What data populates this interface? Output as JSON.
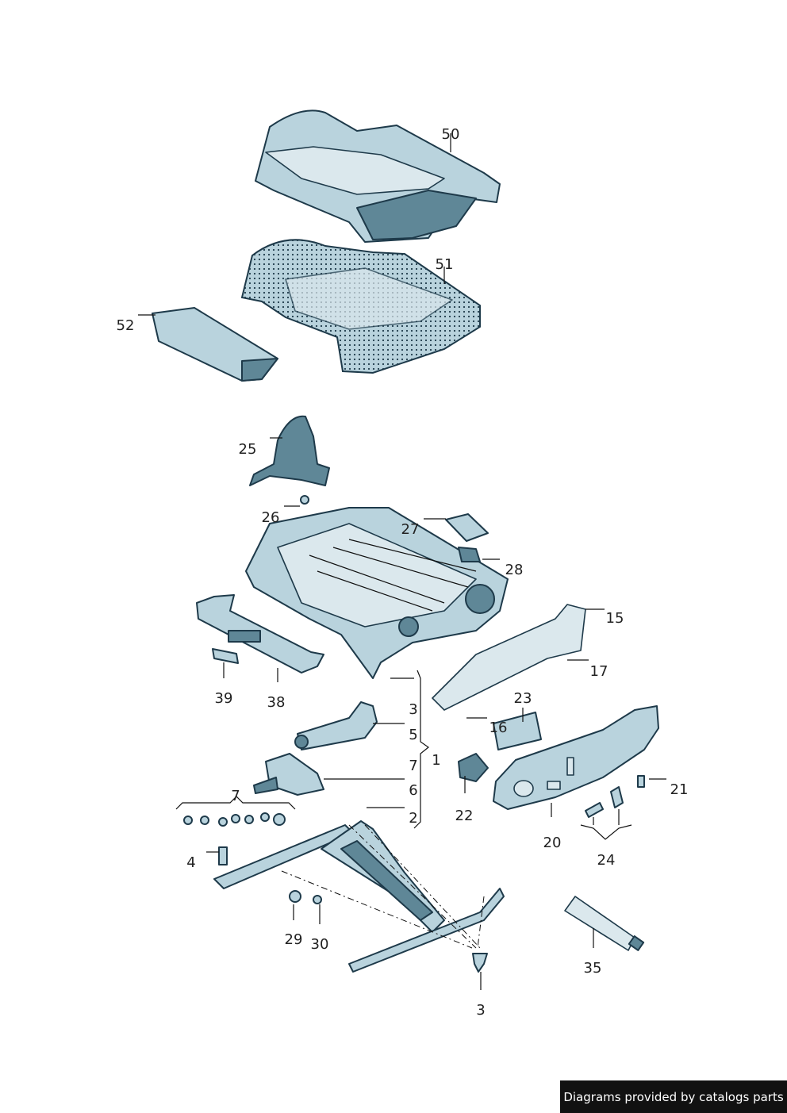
{
  "callouts": {
    "c50": "50",
    "c51": "51",
    "c52": "52",
    "c25": "25",
    "c26": "26",
    "c27": "27",
    "c28": "28",
    "c15": "15",
    "c17": "17",
    "c23": "23",
    "c16": "16",
    "c21": "21",
    "c3a": "3",
    "c5": "5",
    "c7a": "7",
    "c6": "6",
    "c2": "2",
    "c1": "1",
    "c22": "22",
    "c20": "20",
    "c24": "24",
    "c39": "39",
    "c38": "38",
    "c7b": "7",
    "c4": "4",
    "c29": "29",
    "c30": "30",
    "c3b": "3",
    "c35": "35"
  },
  "credit": "Diagrams provided by catalogs parts",
  "colors": {
    "part_fill": "#b9d3dd",
    "part_dark": "#5f8797",
    "outline": "#1e3a4a"
  }
}
